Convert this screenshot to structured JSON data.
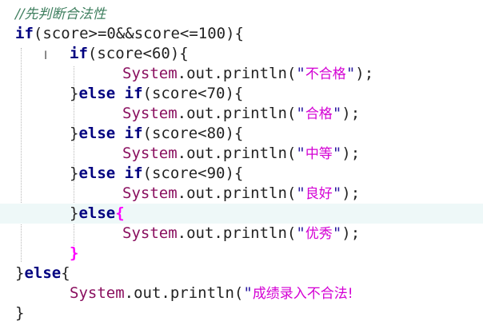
{
  "editor": {
    "lines": [
      {
        "comment": "//先判断合法性"
      },
      {
        "kw": "if",
        "pre": "(score>=0&&score<=100){"
      },
      {
        "kw": "if",
        "pre": "(score<60){"
      },
      {
        "cls": "System",
        "mid": ".out.println(",
        "q1": "\"",
        "str": "不合格",
        "q2": "\"",
        "end": ");"
      },
      {
        "brace": "}",
        "kw": "else if",
        "pre": "(score<70){"
      },
      {
        "cls": "System",
        "mid": ".out.println(",
        "q1": "\"",
        "str": "合格",
        "q2": "\"",
        "end": ");"
      },
      {
        "brace": "}",
        "kw": "else if",
        "pre": "(score<80){"
      },
      {
        "cls": "System",
        "mid": ".out.println(",
        "q1": "\"",
        "str": "中等",
        "q2": "\"",
        "end": ");"
      },
      {
        "brace": "}",
        "kw": "else if",
        "pre": "(score<90){"
      },
      {
        "cls": "System",
        "mid": ".out.println(",
        "q1": "\"",
        "str": "良好",
        "q2": "\"",
        "end": ");"
      },
      {
        "brace": "}",
        "kw": "else",
        "hlbrace": "{"
      },
      {
        "cls": "System",
        "mid": ".out.println(",
        "q1": "\"",
        "str": "优秀",
        "q2": "\"",
        "end": ");"
      },
      {
        "hlbrace": "}"
      },
      {
        "brace": "}",
        "kw": "else",
        "pre": "{"
      },
      {
        "cls": "System",
        "mid": ".out.println(",
        "q1": "\"",
        "str": "成绩录入不合法!",
        "q2": "",
        "end": ""
      },
      {
        "brace": "}"
      }
    ],
    "colors": {
      "keyword": "#7b1fa2",
      "class": "#8a0f5f",
      "string_cjk": "#d400d4",
      "comment": "#3f7f5f",
      "current_line": "#eef8f8"
    },
    "cursor_icon": "text-cursor-icon"
  }
}
